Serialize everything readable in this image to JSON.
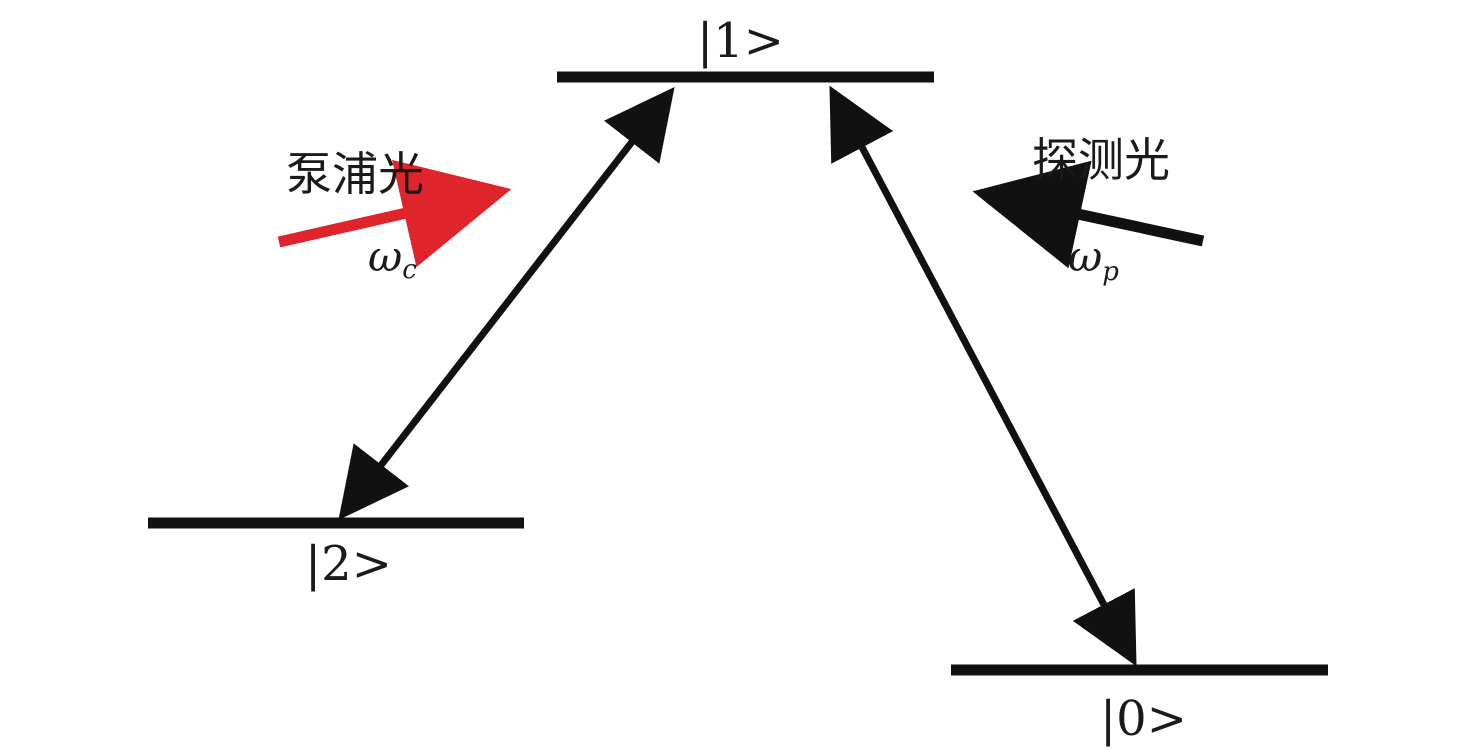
{
  "levels": {
    "top": {
      "label": "|1>"
    },
    "left": {
      "label": "|2>"
    },
    "right": {
      "label": "|0>"
    }
  },
  "pump": {
    "label": "泵浦光",
    "symbol": "ω",
    "subscript": "c",
    "color": "#e0242c"
  },
  "probe": {
    "label": "探测光",
    "symbol": "ω",
    "subscript": "p",
    "color": "#111111"
  },
  "colors": {
    "line": "#111111",
    "background": "#ffffff"
  }
}
